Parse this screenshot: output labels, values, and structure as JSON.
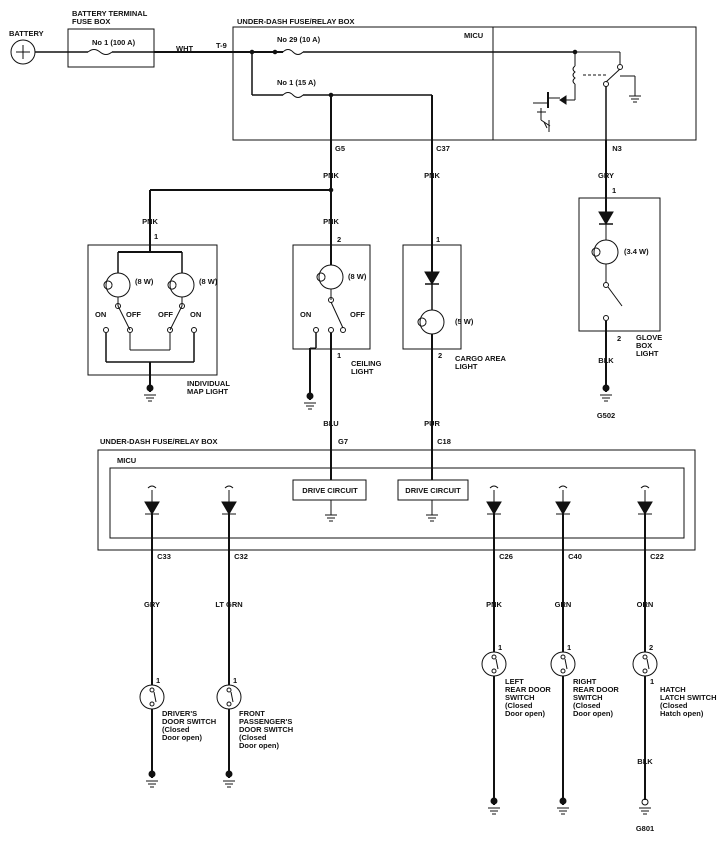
{
  "battery": "BATTERY",
  "battery_fuse_box": "BATTERY TERMINAL\nFUSE BOX",
  "fuse_main": "No 1 (100 A)",
  "wire_wht": "WHT",
  "terminal_t9": "T-9",
  "underdash_box_top": "UNDER-DASH FUSE/RELAY BOX",
  "micu_top": "MICU",
  "fuse_29": "No 29 (10 A)",
  "fuse_1": "No 1 (15 A)",
  "conn_g5": "G5",
  "conn_c37": "C37",
  "conn_n3": "N3",
  "wire_pnk": "PNK",
  "wire_gry": "GRY",
  "wire_blu": "BLU",
  "wire_pur": "PUR",
  "wire_blk": "BLK",
  "wire_ltgrn": "LT GRN",
  "wire_grn": "GRN",
  "wire_orn": "ORN",
  "pin1": "1",
  "pin2": "2",
  "watt8": "(8 W)",
  "watt5": "(5 W)",
  "watt34": "(3.4 W)",
  "sw_on": "ON",
  "sw_off": "OFF",
  "map_light": "INDIVIDUAL\nMAP LIGHT",
  "ceiling_light": "CEILING\nLIGHT",
  "cargo_light": "CARGO AREA\nLIGHT",
  "glove_light": "GLOVE\nBOX\nLIGHT",
  "g502": "G502",
  "underdash_box_bottom": "UNDER-DASH FUSE/RELAY BOX",
  "micu_bottom": "MICU",
  "conn_g7": "G7",
  "conn_c18": "C18",
  "drive_circuit": "DRIVE CIRCUIT",
  "conn_c33": "C33",
  "conn_c32": "C32",
  "conn_c26": "C26",
  "conn_c40": "C40",
  "conn_c22": "C22",
  "sw_driver": "DRIVER'S\nDOOR SWITCH\n(Closed\nDoor open)",
  "sw_passenger": "FRONT\nPASSENGER'S\nDOOR SWITCH\n(Closed\nDoor open)",
  "sw_left_rear": "LEFT\nREAR DOOR\nSWITCH\n(Closed\nDoor open)",
  "sw_right_rear": "RIGHT\nREAR DOOR\nSWITCH\n(Closed\nDoor open)",
  "sw_hatch": "HATCH\nLATCH SWITCH\n(Closed\nHatch open)",
  "g801": "G801"
}
